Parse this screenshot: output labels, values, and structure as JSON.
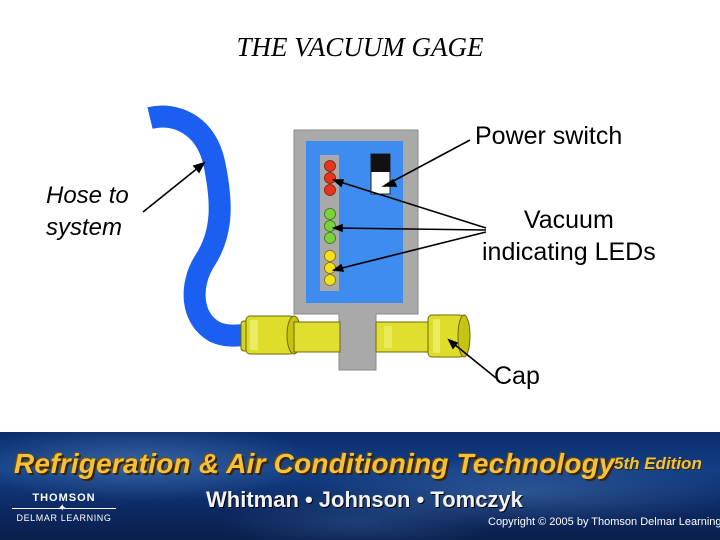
{
  "slide": {
    "title": "THE VACUUM GAGE"
  },
  "labels": {
    "hose": [
      "Hose to",
      "system"
    ],
    "power_switch": "Power switch",
    "vacuum_leds": [
      "Vacuum",
      "indicating LEDs"
    ],
    "cap": "Cap"
  },
  "leds": {
    "red": "#e8341c",
    "green": "#7ad33a",
    "yellow": "#f3e21b"
  },
  "colors": {
    "hose": "#1b5ff2",
    "gauge_face": "#3f8cf0",
    "gauge_body": "#a9a9a9",
    "fitting": "#d6d41a"
  },
  "banner": {
    "title": "Refrigeration & Air Conditioning Technology",
    "edition": "5th Edition",
    "authors": "Whitman • Johnson • Tomczyk",
    "publisher_top": "THOMSON",
    "publisher_bottom": "DELMAR LEARNING",
    "copyright": "Copyright © 2005 by Thomson Delmar Learning"
  }
}
